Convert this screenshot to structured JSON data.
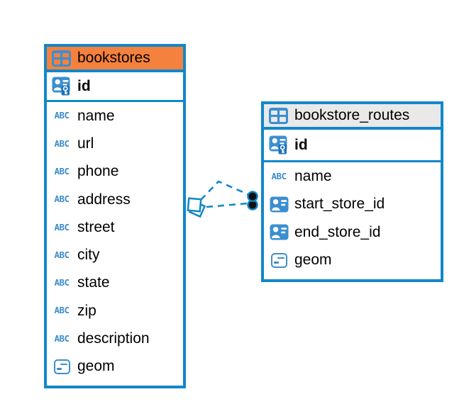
{
  "diagram": {
    "tables": [
      {
        "name": "bookstores",
        "header_style": "orange",
        "primary_key": "id",
        "columns": [
          {
            "name": "name",
            "type": "text"
          },
          {
            "name": "url",
            "type": "text"
          },
          {
            "name": "phone",
            "type": "text"
          },
          {
            "name": "address",
            "type": "text"
          },
          {
            "name": "street",
            "type": "text"
          },
          {
            "name": "city",
            "type": "text"
          },
          {
            "name": "state",
            "type": "text"
          },
          {
            "name": "zip",
            "type": "text"
          },
          {
            "name": "description",
            "type": "text"
          },
          {
            "name": "geom",
            "type": "geometry"
          }
        ]
      },
      {
        "name": "bookstore_routes",
        "header_style": "gray",
        "primary_key": "id",
        "columns": [
          {
            "name": "name",
            "type": "text"
          },
          {
            "name": "start_store_id",
            "type": "reference"
          },
          {
            "name": "end_store_id",
            "type": "reference"
          },
          {
            "name": "geom",
            "type": "geometry"
          }
        ]
      }
    ],
    "relationship": {
      "from_table": "bookstore_routes",
      "to_table": "bookstores",
      "line_style": "dashed",
      "end_markers": "diamond-at-bookstores, two-dots-at-bookstore_routes"
    },
    "icons": {
      "text_type_glyph": "ABC",
      "primary_key_icon": "person-badge-with-key",
      "reference_icon": "person-badge",
      "geometry_icon": "rounded-box-with-dashes",
      "table_icon": "grid-table"
    },
    "colors": {
      "accent_blue": "#1287C9",
      "header_orange": "#F5813E",
      "header_gray": "#E9E9E9",
      "icon_blue": "#3B8FD0",
      "key_badge_blue": "#1F74B8",
      "text": "#000000",
      "dot_fill": "#111111",
      "background": "#FFFFFF"
    }
  }
}
